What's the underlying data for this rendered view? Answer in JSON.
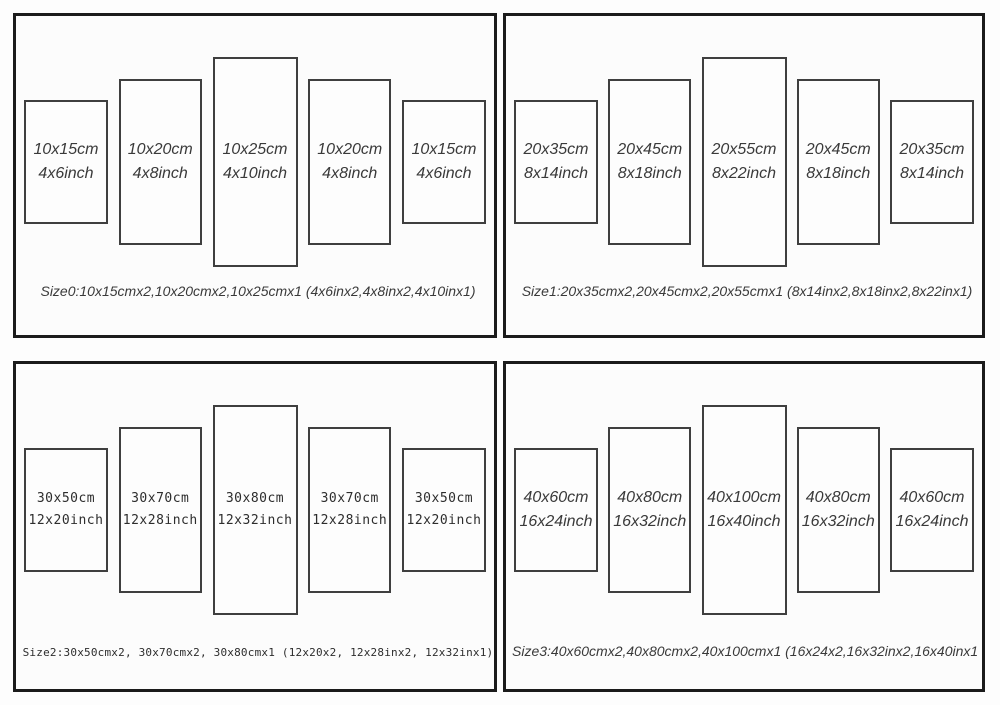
{
  "colors": {
    "panel_border": "#1b1b1b",
    "board_border": "#3f3f3f",
    "text": "#3a3a3a",
    "background": "#fdfdfd"
  },
  "panels": [
    {
      "caption": "Size0:10x15cmx2,10x20cmx2,10x25cmx1 (4x6inx2,4x8inx2,4x10inx1)",
      "boards": [
        {
          "cm": "10x15cm",
          "inch": "4x6inch"
        },
        {
          "cm": "10x20cm",
          "inch": "4x8inch"
        },
        {
          "cm": "10x25cm",
          "inch": "4x10inch"
        },
        {
          "cm": "10x20cm",
          "inch": "4x8inch"
        },
        {
          "cm": "10x15cm",
          "inch": "4x6inch"
        }
      ]
    },
    {
      "caption": "Size1:20x35cmx2,20x45cmx2,20x55cmx1 (8x14inx2,8x18inx2,8x22inx1)",
      "boards": [
        {
          "cm": "20x35cm",
          "inch": "8x14inch"
        },
        {
          "cm": "20x45cm",
          "inch": "8x18inch"
        },
        {
          "cm": "20x55cm",
          "inch": "8x22inch"
        },
        {
          "cm": "20x45cm",
          "inch": "8x18inch"
        },
        {
          "cm": "20x35cm",
          "inch": "8x14inch"
        }
      ]
    },
    {
      "caption": "Size2:30x50cmx2, 30x70cmx2, 30x80cmx1 (12x20x2, 12x28inx2, 12x32inx1)",
      "boards": [
        {
          "cm": "30x50cm",
          "inch": "12x20inch"
        },
        {
          "cm": "30x70cm",
          "inch": "12x28inch"
        },
        {
          "cm": "30x80cm",
          "inch": "12x32inch"
        },
        {
          "cm": "30x70cm",
          "inch": "12x28inch"
        },
        {
          "cm": "30x50cm",
          "inch": "12x20inch"
        }
      ]
    },
    {
      "caption": "Size3:40x60cmx2,40x80cmx2,40x100cmx1 (16x24x2,16x32inx2,16x40inx1",
      "boards": [
        {
          "cm": "40x60cm",
          "inch": "16x24inch"
        },
        {
          "cm": "40x80cm",
          "inch": "16x32inch"
        },
        {
          "cm": "40x100cm",
          "inch": "16x40inch"
        },
        {
          "cm": "40x80cm",
          "inch": "16x32inch"
        },
        {
          "cm": "40x60cm",
          "inch": "16x24inch"
        }
      ]
    }
  ]
}
